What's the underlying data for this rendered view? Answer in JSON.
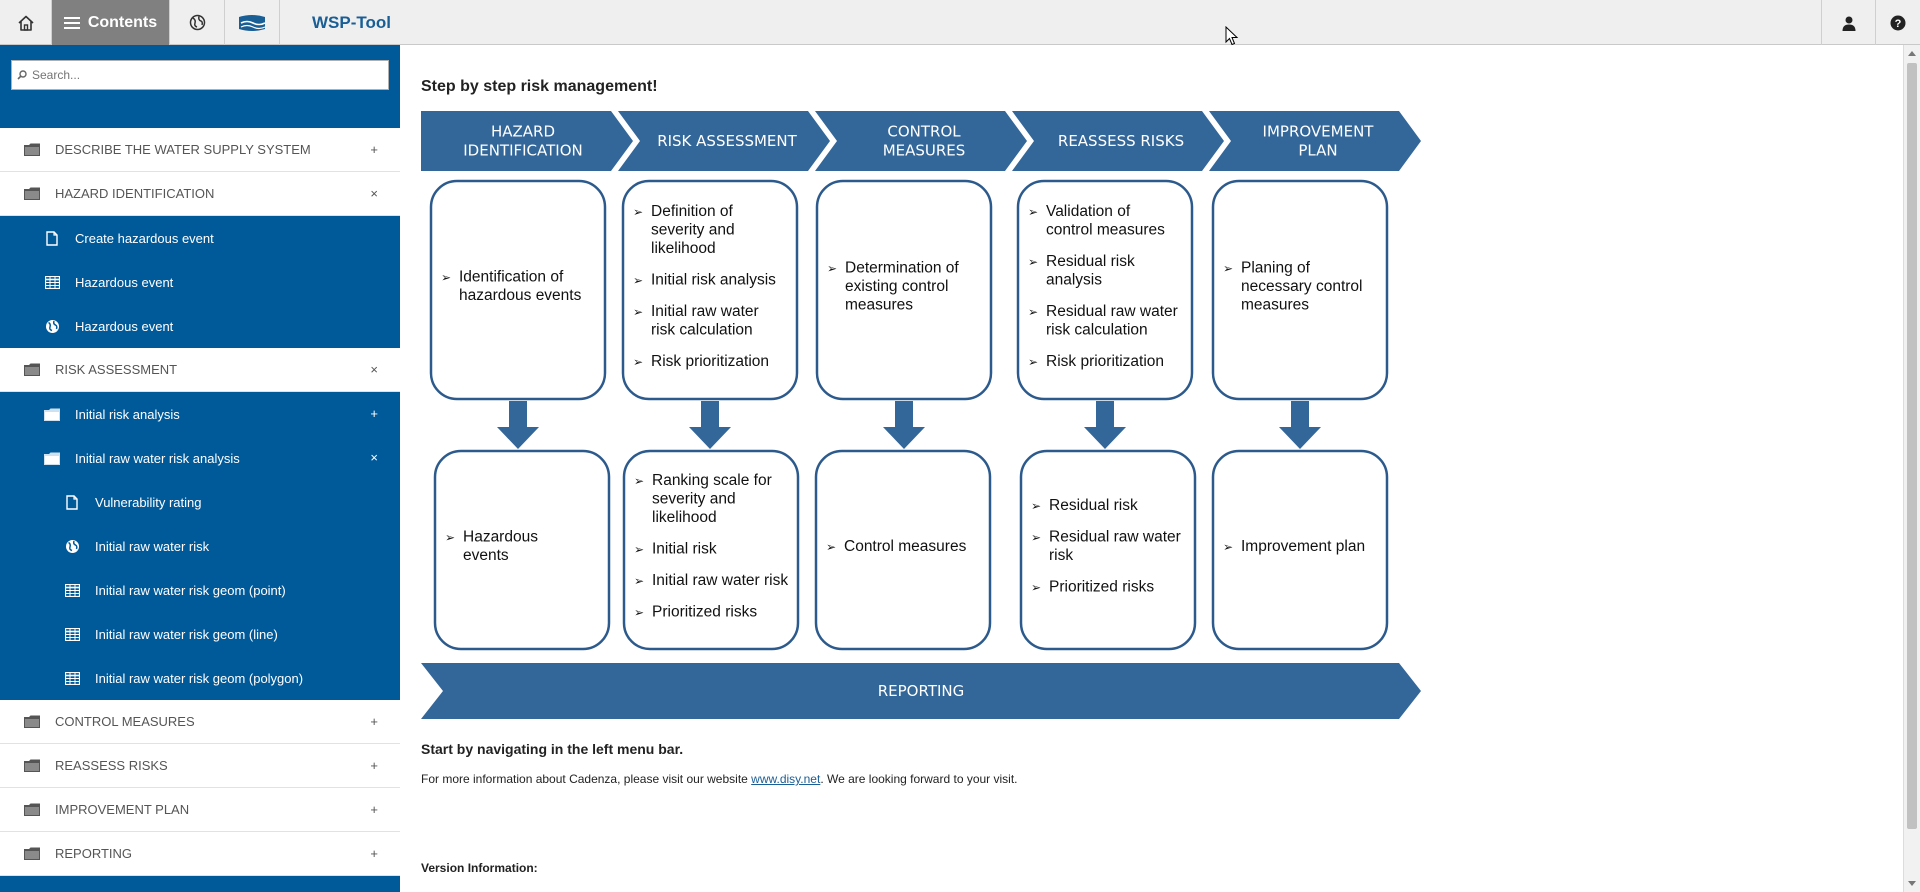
{
  "topbar": {
    "contents_label": "Contents",
    "app_title": "WSP-Tool"
  },
  "sidebar": {
    "search_placeholder": "Search...",
    "items": [
      {
        "label": "DESCRIBE THE WATER SUPPLY SYSTEM",
        "toggle": "+"
      },
      {
        "label": "HAZARD IDENTIFICATION",
        "toggle": "×"
      },
      {
        "label": "Create hazardous event"
      },
      {
        "label": "Hazardous event"
      },
      {
        "label": "Hazardous event"
      },
      {
        "label": "RISK ASSESSMENT",
        "toggle": "×"
      },
      {
        "label": "Initial risk analysis",
        "toggle": "+"
      },
      {
        "label": "Initial raw water risk analysis",
        "toggle": "×"
      },
      {
        "label": "Vulnerability rating"
      },
      {
        "label": "Initial raw water risk"
      },
      {
        "label": "Initial raw water risk geom (point)"
      },
      {
        "label": "Initial raw water risk geom (line)"
      },
      {
        "label": "Initial raw water risk geom (polygon)"
      },
      {
        "label": "CONTROL MEASURES",
        "toggle": "+"
      },
      {
        "label": "REASSESS RISKS",
        "toggle": "+"
      },
      {
        "label": "IMPROVEMENT PLAN",
        "toggle": "+"
      },
      {
        "label": "REPORTING",
        "toggle": "+"
      }
    ]
  },
  "main": {
    "heading": "Step by step risk management!",
    "start_text": "Start by navigating in the left menu bar.",
    "info_before": "For more information about Cadenza, please visit our website ",
    "info_link": "www.disy.net",
    "info_after": ". We are looking forward to your visit.",
    "version_label": "Version Information:"
  },
  "diagram": {
    "steps": [
      {
        "title": [
          "HAZARD",
          "IDENTIFICATION"
        ],
        "tasks": [
          [
            "Identification of",
            "hazardous events"
          ]
        ],
        "outputs": [
          [
            "Hazardous",
            "events"
          ]
        ]
      },
      {
        "title": [
          "RISK ASSESSMENT"
        ],
        "tasks": [
          [
            "Definition of",
            "severity and",
            "likelihood"
          ],
          [
            "Initial risk analysis"
          ],
          [
            "Initial raw water",
            "risk calculation"
          ],
          [
            "Risk prioritization"
          ]
        ],
        "outputs": [
          [
            "Ranking scale for",
            "severity and",
            "likelihood"
          ],
          [
            "Initial risk"
          ],
          [
            "Initial raw water risk"
          ],
          [
            "Prioritized  risks"
          ]
        ]
      },
      {
        "title": [
          "CONTROL",
          "MEASURES"
        ],
        "tasks": [
          [
            "Determination of",
            "existing control",
            "measures"
          ]
        ],
        "outputs": [
          [
            "Control measures"
          ]
        ]
      },
      {
        "title": [
          "REASSESS RISKS"
        ],
        "tasks": [
          [
            "Validation of",
            "control measures"
          ],
          [
            "Residual risk",
            "analysis"
          ],
          [
            "Residual raw water",
            "risk calculation"
          ],
          [
            "Risk prioritization"
          ]
        ],
        "outputs": [
          [
            "Residual risk"
          ],
          [
            "Residual raw water",
            "risk"
          ],
          [
            "Prioritized  risks"
          ]
        ]
      },
      {
        "title": [
          "IMPROVEMENT",
          "PLAN"
        ],
        "tasks": [
          [
            "Planing of",
            "necessary control",
            "measures"
          ]
        ],
        "outputs": [
          [
            "Improvement  plan"
          ]
        ]
      }
    ],
    "reporting": "REPORTING",
    "colors": {
      "primary": "#336699",
      "box_border": "#2c5a8c"
    }
  }
}
